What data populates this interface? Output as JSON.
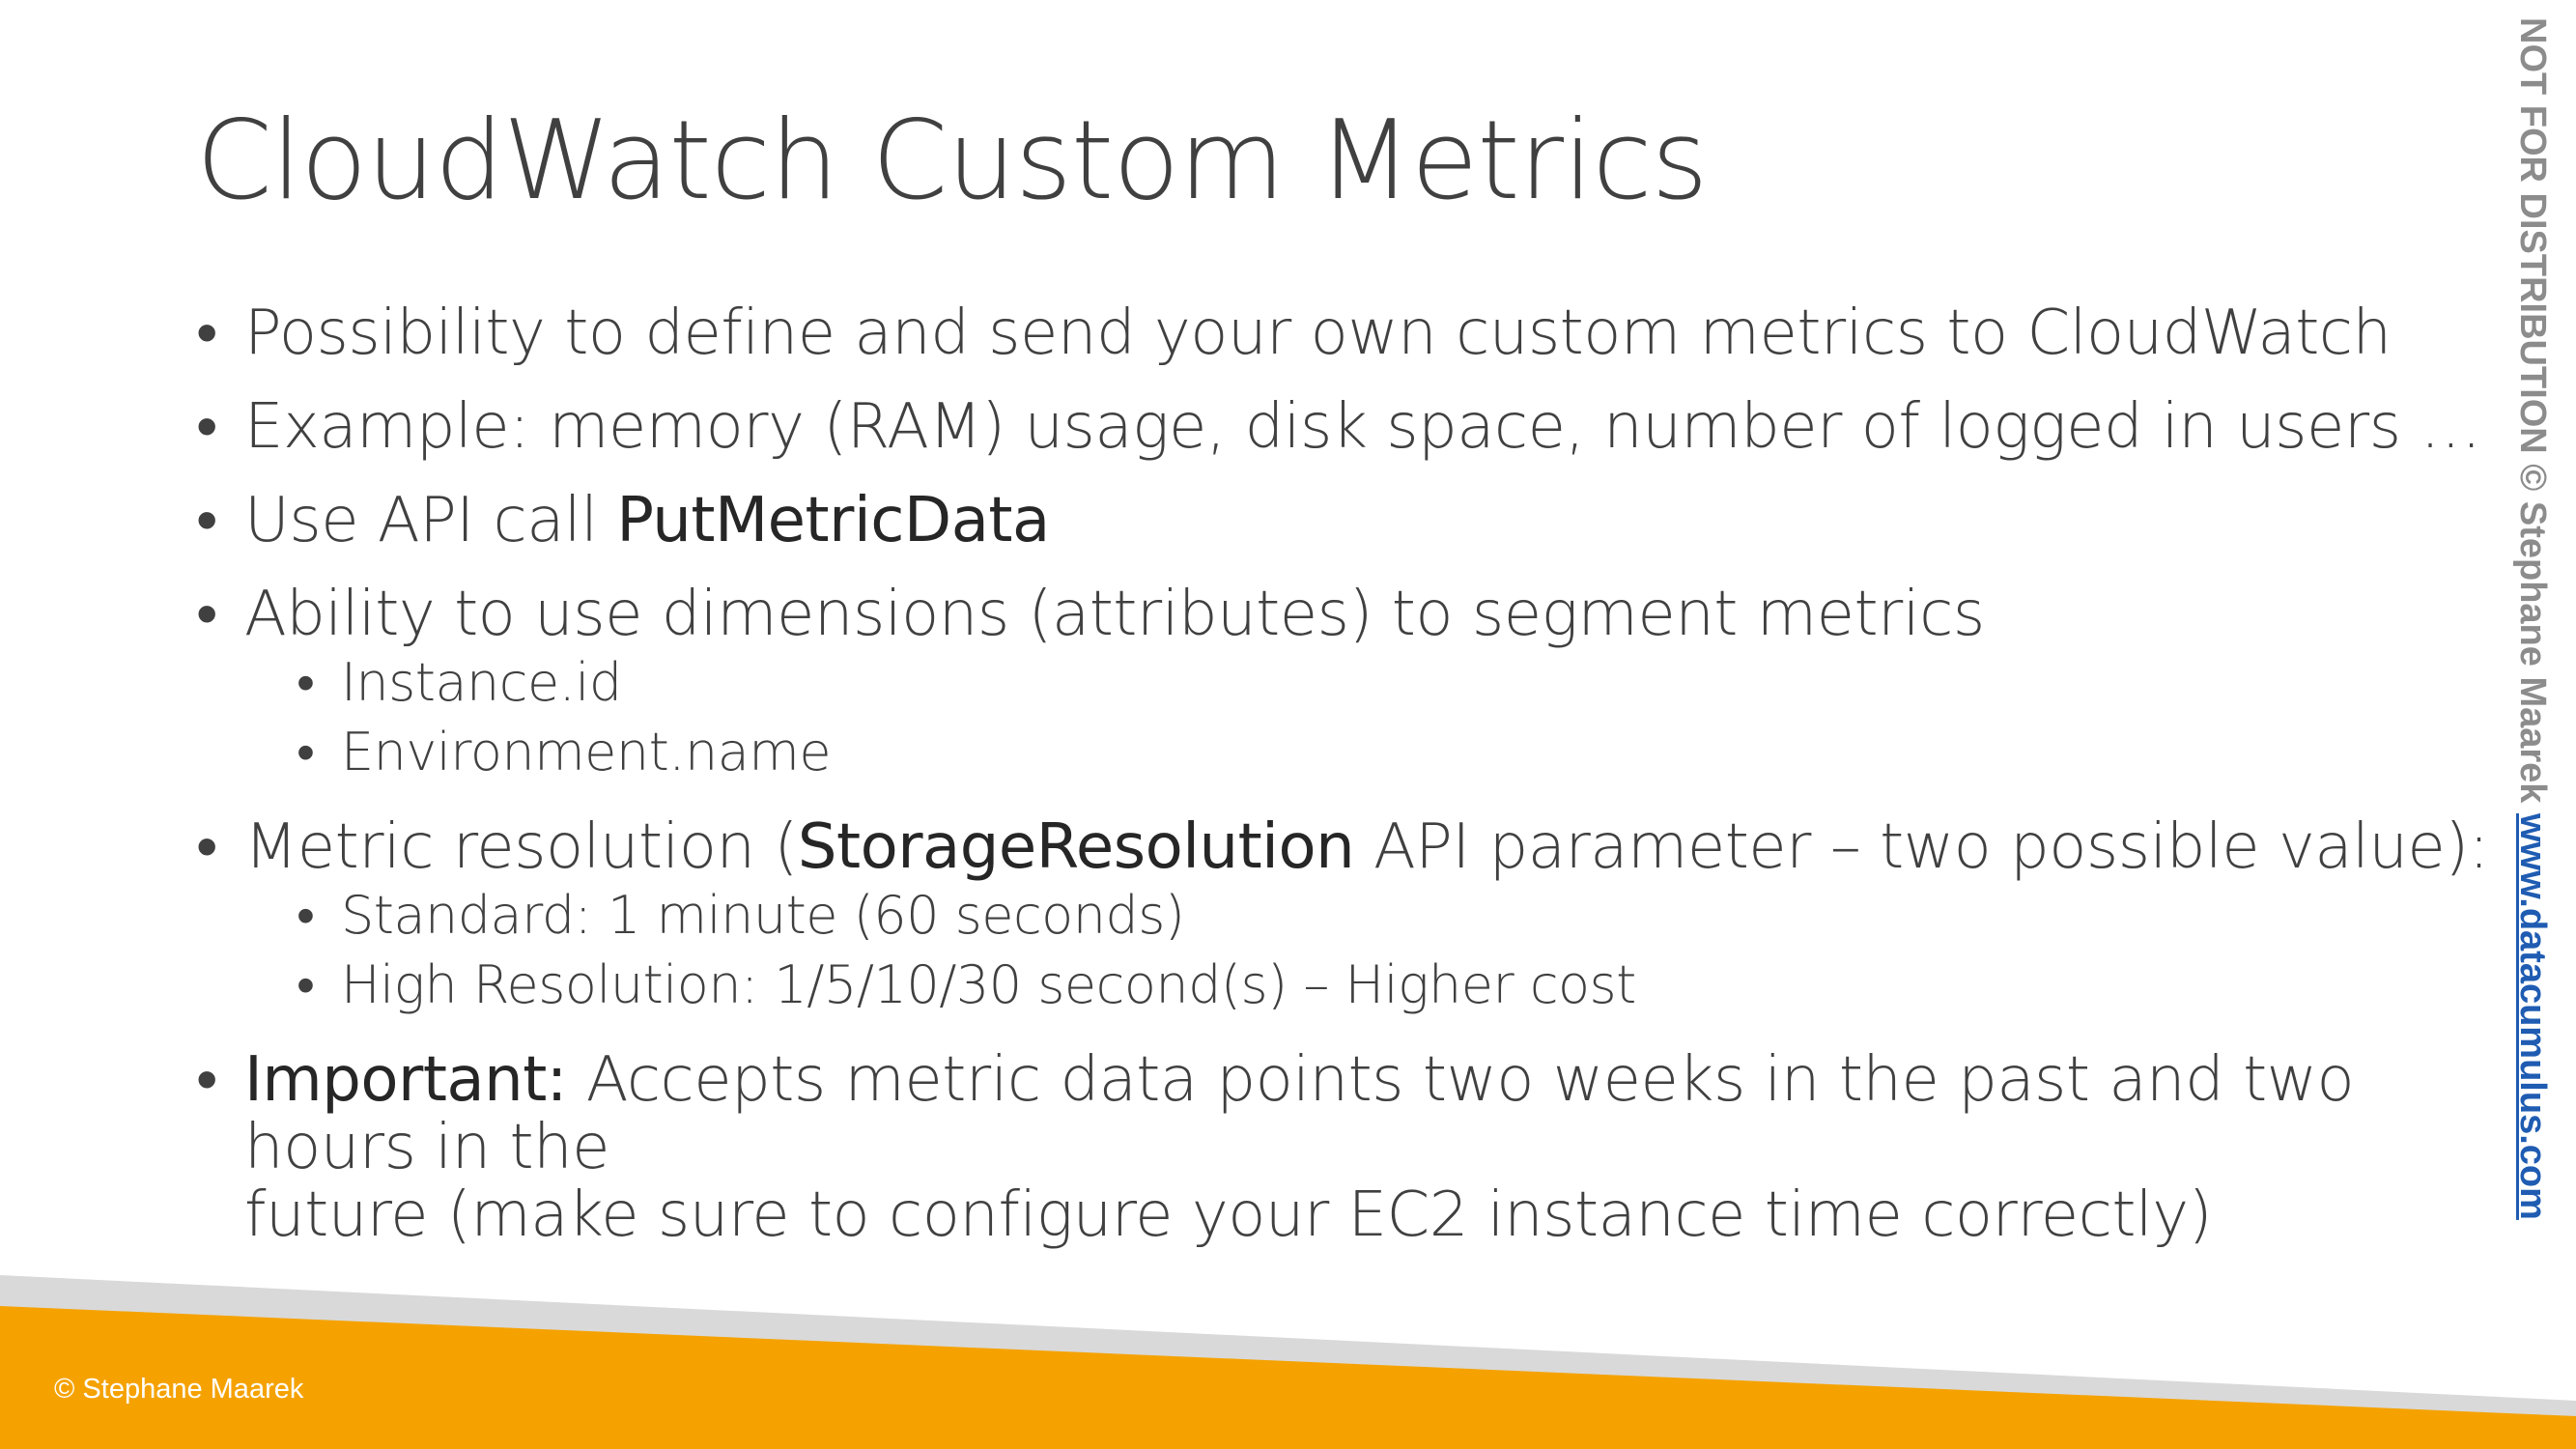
{
  "slide": {
    "title": "CloudWatch Custom Metrics",
    "bullets": {
      "b1": "Possibility to define and send your own custom metrics to CloudWatch",
      "b2": "Example: memory (RAM) usage, disk space, number of logged in users …",
      "b3_text": "Use API call ",
      "b3_bold": "PutMetricData",
      "b4": "Ability to use dimensions (attributes) to segment metrics",
      "b4_sub": [
        "Instance.id",
        "Environment.name"
      ],
      "b5_pre": "Metric resolution (",
      "b5_bold": "StorageResolution",
      "b5_post": " API parameter – two possible value):",
      "b5_sub": [
        "Standard: 1 minute (60 seconds)",
        "High Resolution: 1/5/10/30 second(s) – Higher cost"
      ],
      "b6_bold": "Important:",
      "b6_line1": " Accepts metric data points two weeks in the past and two hours in the",
      "b6_line2": "future (make sure to configure your EC2 instance time correctly)"
    },
    "footer": {
      "copyright": "© Stephane Maarek"
    },
    "watermark": {
      "text": "NOT FOR DISTRIBUTION © Stephane Maarek",
      "site": "www.datacumulus.com"
    },
    "colors": {
      "accent": "#f5a200",
      "grey_band": "#d9d9d9",
      "text": "#404040",
      "link": "#1f5cb2"
    }
  }
}
